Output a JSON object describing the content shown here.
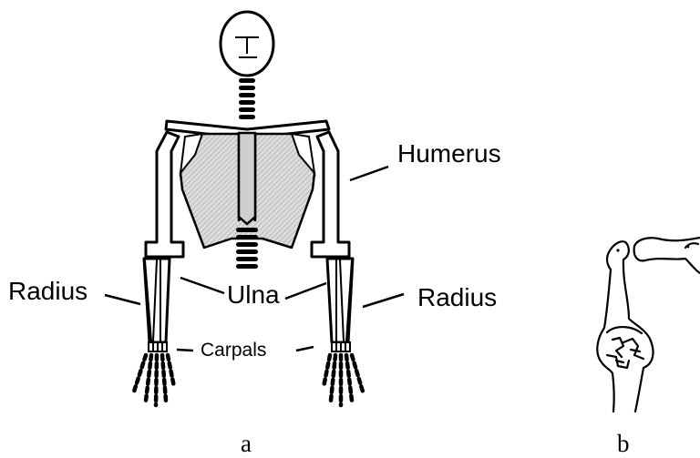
{
  "figure_a": {
    "caption": "a",
    "labels": {
      "humerus": "Humerus",
      "radius_left": "Radius",
      "radius_right": "Radius",
      "ulna": "Ulna",
      "carpals": "Carpals"
    }
  },
  "figure_b": {
    "caption": "b"
  },
  "colors": {
    "stroke": "#000000",
    "torso_fill": "#d6d6d6",
    "background": "#ffffff"
  }
}
